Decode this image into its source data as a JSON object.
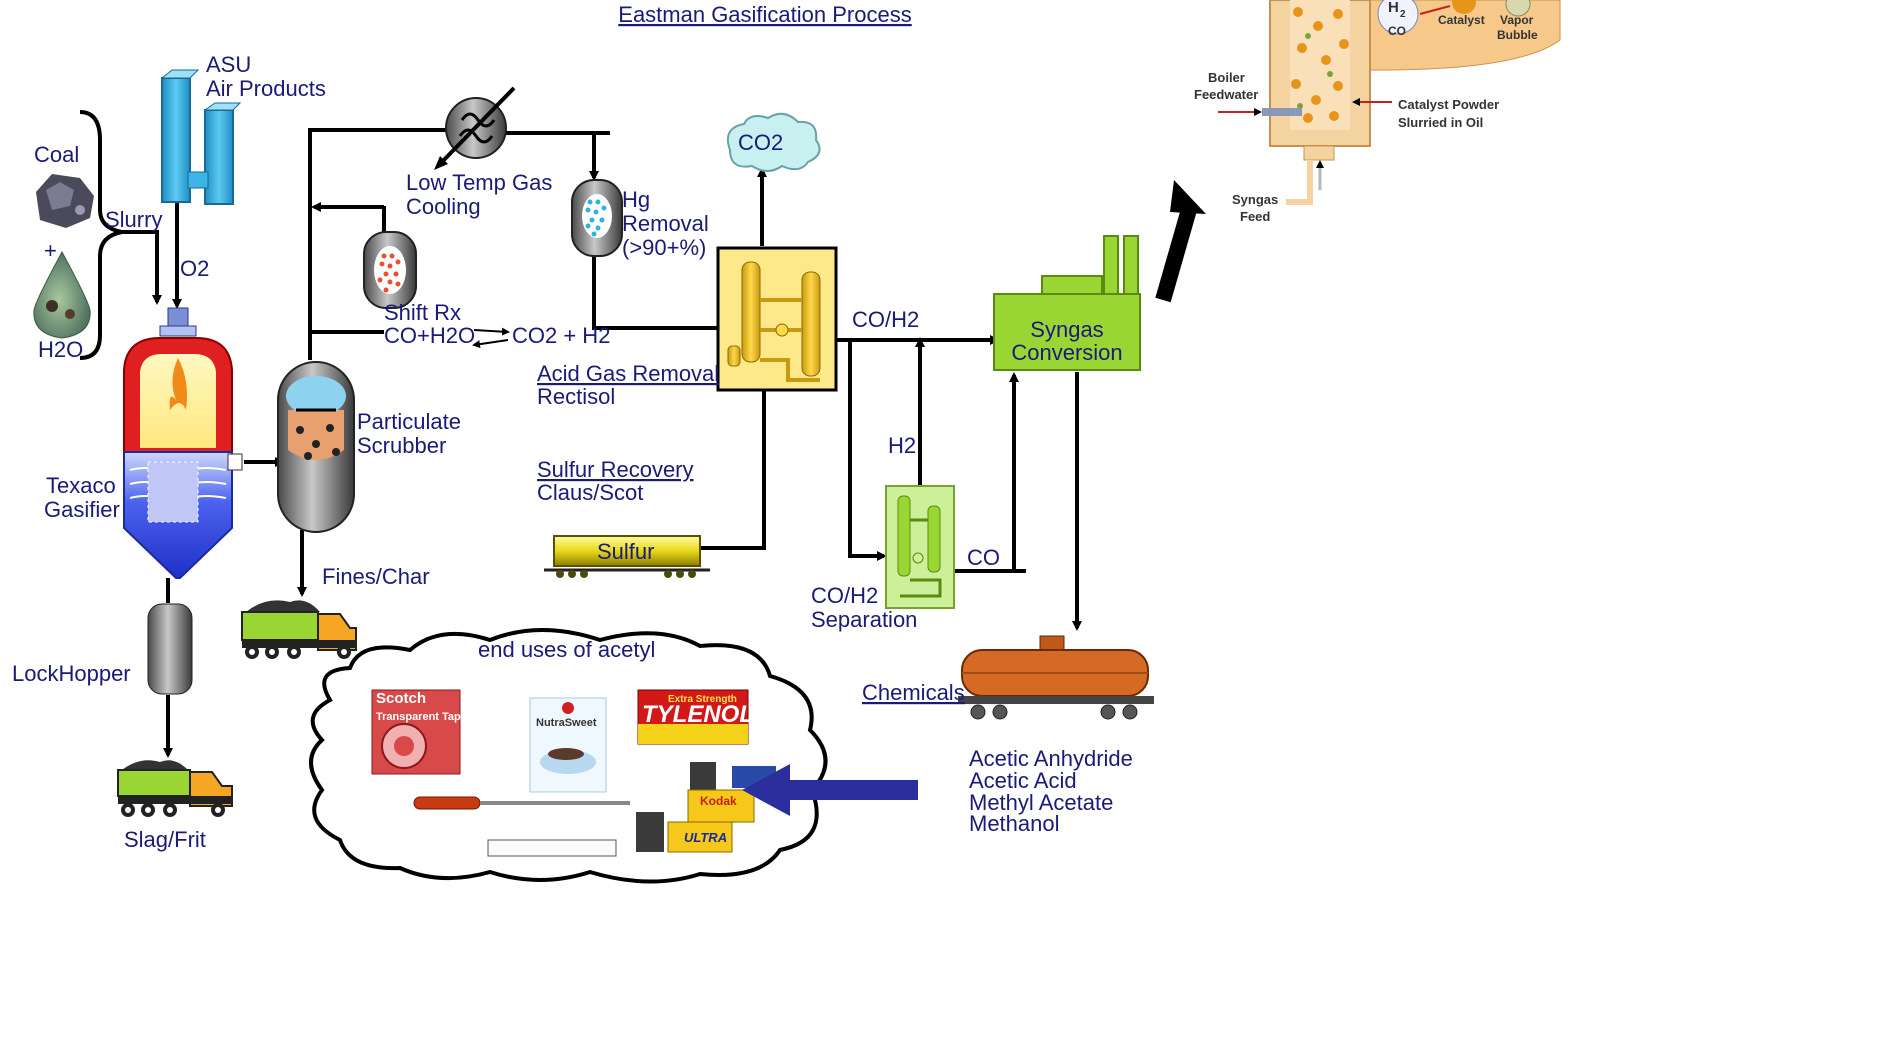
{
  "title": "Eastman Gasification Process",
  "labels": {
    "asu_line1": "ASU",
    "asu_line2": "Air Products",
    "coal": "Coal",
    "plus": "+",
    "h2o": "H2O",
    "slurry": "Slurry",
    "o2": "O2",
    "texaco_line1": "Texaco",
    "texaco_line2": "Gasifier",
    "lockhopper": "LockHopper",
    "slag": "Slag/Frit",
    "scrubber_line1": "Particulate",
    "scrubber_line2": "Scrubber",
    "fines": "Fines/Char",
    "cooling_line1": "Low Temp Gas",
    "cooling_line2": "Cooling",
    "shift_line1": "Shift Rx",
    "shift_line2": "CO+H2O",
    "shift_product": "CO2 + H2",
    "hg_line1": "Hg",
    "hg_line2": "Removal",
    "hg_line3": "(>90+%)",
    "co2": "CO2",
    "acid_gas_line1": "Acid Gas Removal",
    "acid_gas_line2": "Rectisol",
    "sulfur_rec_line1": "Sulfur Recovery",
    "sulfur_rec_line2": "Claus/Scot",
    "sulfur": "Sulfur",
    "coh2_top": "CO/H2",
    "h2": "H2",
    "co": "CO",
    "separation_line1": "CO/H2",
    "separation_line2": "Separation",
    "syngas_line1": "Syngas",
    "syngas_line2": "Conversion",
    "chemicals": "Chemicals",
    "products": [
      "Acetic Anhydride",
      "Acetic Acid",
      "Methyl Acetate",
      "Methanol"
    ],
    "end_uses": "end uses of acetyl"
  },
  "reactor_inset": {
    "h2": "H",
    "h2_sub": "2",
    "co": "CO",
    "catalyst": "Catalyst",
    "vapor_line1": "Vapor",
    "vapor_line2": "Bubble",
    "boiler_line1": "Boiler",
    "boiler_line2": "Feedwater",
    "catalyst_powder_line1": "Catalyst Powder",
    "catalyst_powder_line2": "Slurried in Oil",
    "syngas_feed_line1": "Syngas",
    "syngas_feed_line2": "Feed"
  },
  "consumer_products": {
    "scotch_brand": "Scotch",
    "scotch_name": "Transparent Tape",
    "nutrasweet": "NutraSweet",
    "tylenol": "TYLENOL",
    "tylenol_top": "Extra Strength",
    "kodak": "Kodak",
    "ultra": "ULTRA"
  },
  "colors": {
    "label_text": "#1a1a78",
    "asu": "#3cb4e6",
    "acid_gas_box": "#fde98a",
    "syngas_box": "#99d633",
    "separation_box": "#ccef99",
    "gasifier_refractory": "#e02020",
    "gasifier_water": "#1f3fd8",
    "arrow_blue": "#2b2f9e"
  }
}
